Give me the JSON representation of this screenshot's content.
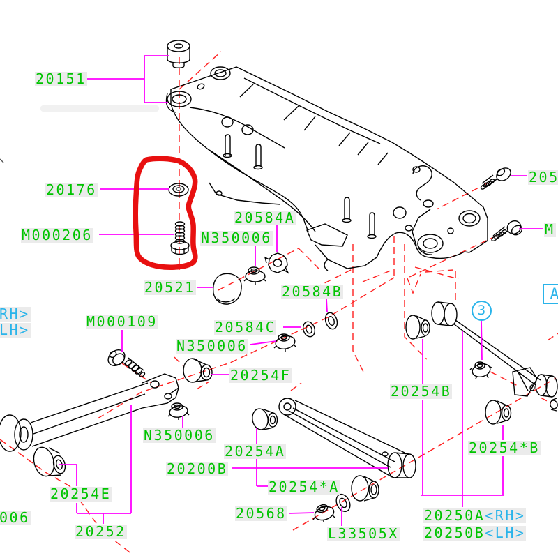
{
  "diagram": {
    "kind": "rear-suspension-exploded-parts-diagram",
    "colors": {
      "part_label_green": "#00c400",
      "leader_magenta": "#ff00ff",
      "centerline_red": "#ff2020",
      "annotation_red": "#e81010",
      "callout_cyan": "#2ab4ea",
      "line_black": "#000000",
      "label_background": "#ebebeb"
    },
    "annotation": {
      "shape": "hand-drawn-red-circle",
      "encircles": [
        "20176",
        "M000206"
      ]
    }
  },
  "labels": {
    "p20151": "20151",
    "p20176": "20176",
    "pM000206": "M000206",
    "p20521": "20521",
    "p20584A": "20584A",
    "pN350006": "N350006",
    "p20584B": "20584B",
    "p20584C": "20584C",
    "pM000109": "M000109",
    "p20254F": "20254F",
    "p20254A": "20254A",
    "p20200B": "20200B",
    "p20254xA": "20254*A",
    "p20568": "20568",
    "pL33505X": "L33505X",
    "p20254B": "20254B",
    "p20254xB": "20254*B",
    "p20250A": "20250A",
    "p20250A_side": "<RH>",
    "p20250B": "20250B",
    "p20250B_side": "<LH>",
    "p20252": "20252",
    "p20254E": "20254E",
    "edge_rh": "RH>",
    "edge_lh": "LH>",
    "edge_006": "006",
    "edge_205": "205",
    "edge_m": "M",
    "callout_3": "3",
    "callout_A": "A"
  }
}
